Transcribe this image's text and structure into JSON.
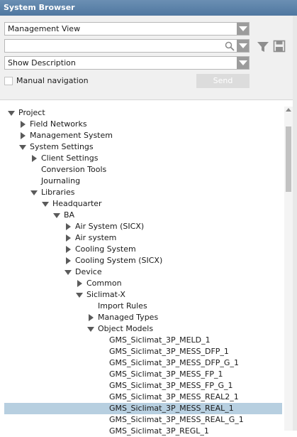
{
  "window": {
    "title": "System Browser"
  },
  "view_selector": {
    "value": "Management View"
  },
  "search": {
    "value": ""
  },
  "description_selector": {
    "value": "Show Description"
  },
  "manual_navigation": {
    "label": "Manual navigation",
    "checked": false
  },
  "send_button": {
    "label": "Send",
    "enabled": false
  },
  "icons": {
    "filter": "filter-icon",
    "save": "save-icon",
    "search": "search-icon"
  },
  "colors": {
    "title_bar": "#5a80a8",
    "selected_row": "#b7cfe0"
  },
  "tree": [
    {
      "label": "Project",
      "level": 0,
      "toggle": "expanded"
    },
    {
      "label": "Field Networks",
      "level": 1,
      "toggle": "collapsed"
    },
    {
      "label": "Management System",
      "level": 1,
      "toggle": "collapsed"
    },
    {
      "label": "System Settings",
      "level": 1,
      "toggle": "expanded"
    },
    {
      "label": "Client Settings",
      "level": 2,
      "toggle": "collapsed"
    },
    {
      "label": "Conversion Tools",
      "level": 2,
      "toggle": "none"
    },
    {
      "label": "Journaling",
      "level": 2,
      "toggle": "none"
    },
    {
      "label": "Libraries",
      "level": 2,
      "toggle": "expanded"
    },
    {
      "label": "Headquarter",
      "level": 3,
      "toggle": "expanded"
    },
    {
      "label": "BA",
      "level": 4,
      "toggle": "expanded"
    },
    {
      "label": "Air System (SICX)",
      "level": 5,
      "toggle": "collapsed"
    },
    {
      "label": "Air system",
      "level": 5,
      "toggle": "collapsed"
    },
    {
      "label": "Cooling System",
      "level": 5,
      "toggle": "collapsed"
    },
    {
      "label": "Cooling System (SICX)",
      "level": 5,
      "toggle": "collapsed"
    },
    {
      "label": "Device",
      "level": 5,
      "toggle": "expanded"
    },
    {
      "label": "Common",
      "level": 6,
      "toggle": "collapsed"
    },
    {
      "label": "Siclimat-X",
      "level": 6,
      "toggle": "expanded"
    },
    {
      "label": "Import Rules",
      "level": 7,
      "toggle": "none"
    },
    {
      "label": "Managed Types",
      "level": 7,
      "toggle": "collapsed"
    },
    {
      "label": "Object Models",
      "level": 7,
      "toggle": "expanded"
    },
    {
      "label": "GMS_Siclimat_3P_MELD_1",
      "level": 8,
      "toggle": "none"
    },
    {
      "label": "GMS_Siclimat_3P_MESS_DFP_1",
      "level": 8,
      "toggle": "none"
    },
    {
      "label": "GMS_Siclimat_3P_MESS_DFP_G_1",
      "level": 8,
      "toggle": "none"
    },
    {
      "label": "GMS_Siclimat_3P_MESS_FP_1",
      "level": 8,
      "toggle": "none"
    },
    {
      "label": "GMS_Siclimat_3P_MESS_FP_G_1",
      "level": 8,
      "toggle": "none"
    },
    {
      "label": "GMS_Siclimat_3P_MESS_REAL2_1",
      "level": 8,
      "toggle": "none"
    },
    {
      "label": "GMS_Siclimat_3P_MESS_REAL_1",
      "level": 8,
      "toggle": "none",
      "selected": true
    },
    {
      "label": "GMS_Siclimat_3P_MESS_REAL_G_1",
      "level": 8,
      "toggle": "none"
    },
    {
      "label": "GMS_Siclimat_3P_REGL_1",
      "level": 8,
      "toggle": "none"
    }
  ]
}
